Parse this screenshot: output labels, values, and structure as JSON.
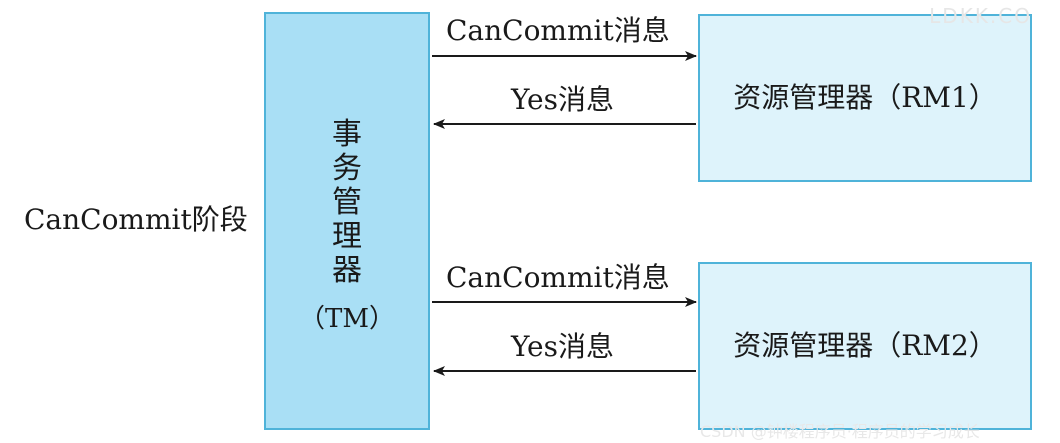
{
  "phase": {
    "label": "CanCommit阶段"
  },
  "transaction_manager": {
    "name_chars": [
      "事",
      "务",
      "管",
      "理",
      "器"
    ],
    "abbr": "（TM）"
  },
  "resource_managers": [
    {
      "label": "资源管理器（RM1）"
    },
    {
      "label": "资源管理器（RM2）"
    }
  ],
  "messages": [
    {
      "label": "CanCommit消息",
      "direction": "tm-to-rm",
      "target": "RM1"
    },
    {
      "label": "Yes消息",
      "direction": "rm-to-tm",
      "target": "RM1"
    },
    {
      "label": "CanCommit消息",
      "direction": "tm-to-rm",
      "target": "RM2"
    },
    {
      "label": "Yes消息",
      "direction": "rm-to-tm",
      "target": "RM2"
    }
  ],
  "colors": {
    "tm_fill": "#a9dff5",
    "rm_fill": "#def3fb",
    "border": "#4fb3d9",
    "arrow": "#1a1a1a"
  },
  "watermark": {
    "top": "LDKK.CO",
    "bottom": "CSDN @钟楼程序员·程序员的学习成长"
  }
}
